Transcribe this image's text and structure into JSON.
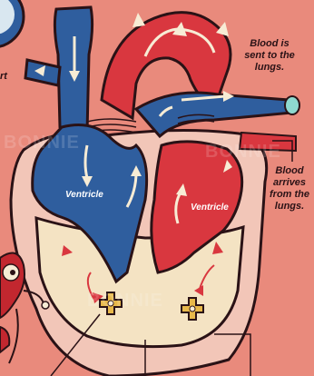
{
  "labels": {
    "partial_left_lines": [
      "rt"
    ],
    "to_lungs_lines": [
      "Blood is",
      "sent to the",
      "lungs."
    ],
    "from_lungs_lines": [
      "Blood",
      "arrives",
      "from the",
      "lungs."
    ],
    "left_ventricle": "Ventricle",
    "right_ventricle": "Ventricle"
  },
  "watermarks": [
    "BONNIE",
    "BONNIE",
    "BONNIE"
  ],
  "icons": [
    "heart-muscle",
    "aorta",
    "vena-cava",
    "pulmonary-artery",
    "pulmonary-vein",
    "heart-valve-gear",
    "blood-flow-arrow",
    "cartoon-mascot"
  ],
  "colors": {
    "background": "#e98a7c",
    "muscle": "#f2c6b8",
    "muscle_outline": "#2a1216",
    "vessel_red": "#d9373f",
    "vessel_blue": "#2f5e9e",
    "chamber_cream": "#f4e3c3",
    "valve_gold": "#e8b84a",
    "arrow_cream": "#f7ecd5",
    "vessel_teal": "#8ed9cf"
  }
}
